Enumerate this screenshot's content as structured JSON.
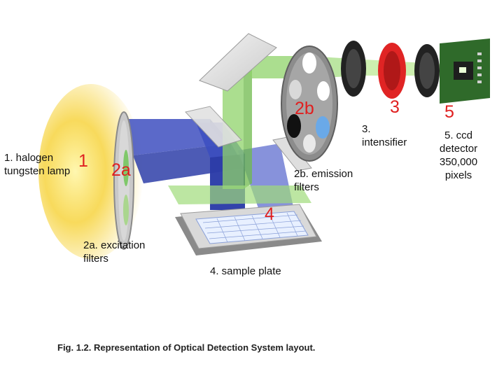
{
  "labels": {
    "lamp": "1. halogen\ntungsten lamp",
    "excitation": "2a. excitation\nfilters",
    "emission": "2b. emission\nfilters",
    "intensifier": "3.\nintensifier",
    "plate": "4. sample plate",
    "detector": "5. ccd\ndetector\n350,000\npixels"
  },
  "numbers": {
    "n1": "1",
    "n2a": "2a",
    "n2b": "2b",
    "n3": "3",
    "n4": "4",
    "n5": "5"
  },
  "caption": "Fig. 1.2.  Representation of Optical Detection System layout.",
  "colors": {
    "excitation_light": "#3e4fc0",
    "emission_light": "#8fd36a",
    "lamp_glow": "#f7d64a",
    "number_red": "#e02020",
    "intensifier_red": "#e02424",
    "detector_green": "#2f6a2a"
  }
}
